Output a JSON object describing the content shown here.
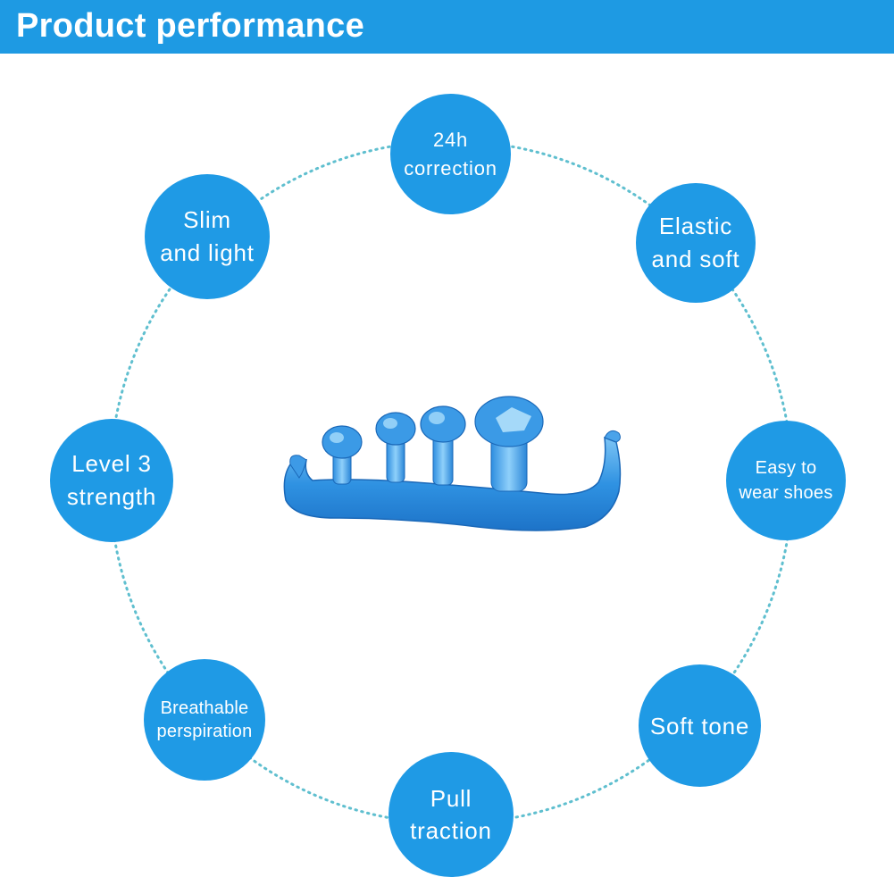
{
  "header": {
    "title": "Product performance",
    "background_color": "#1e9ae3"
  },
  "features": {
    "f1": "24h\ncorrection",
    "f2": "Elastic\nand soft",
    "f3": "Easy to\nwear shoes",
    "f4": "Soft tone",
    "f5": "Pull\ntraction",
    "f6": "Breathable\nperspiration",
    "f7": "Level 3\nstrength",
    "f8": "Slim\nand light",
    "circle_color": "#1f9ae5"
  },
  "product": {
    "icon": "gel-toe-separator",
    "color": "#2a8fe0"
  },
  "ring": {
    "style": "dotted",
    "color": "#5fbfcf"
  }
}
